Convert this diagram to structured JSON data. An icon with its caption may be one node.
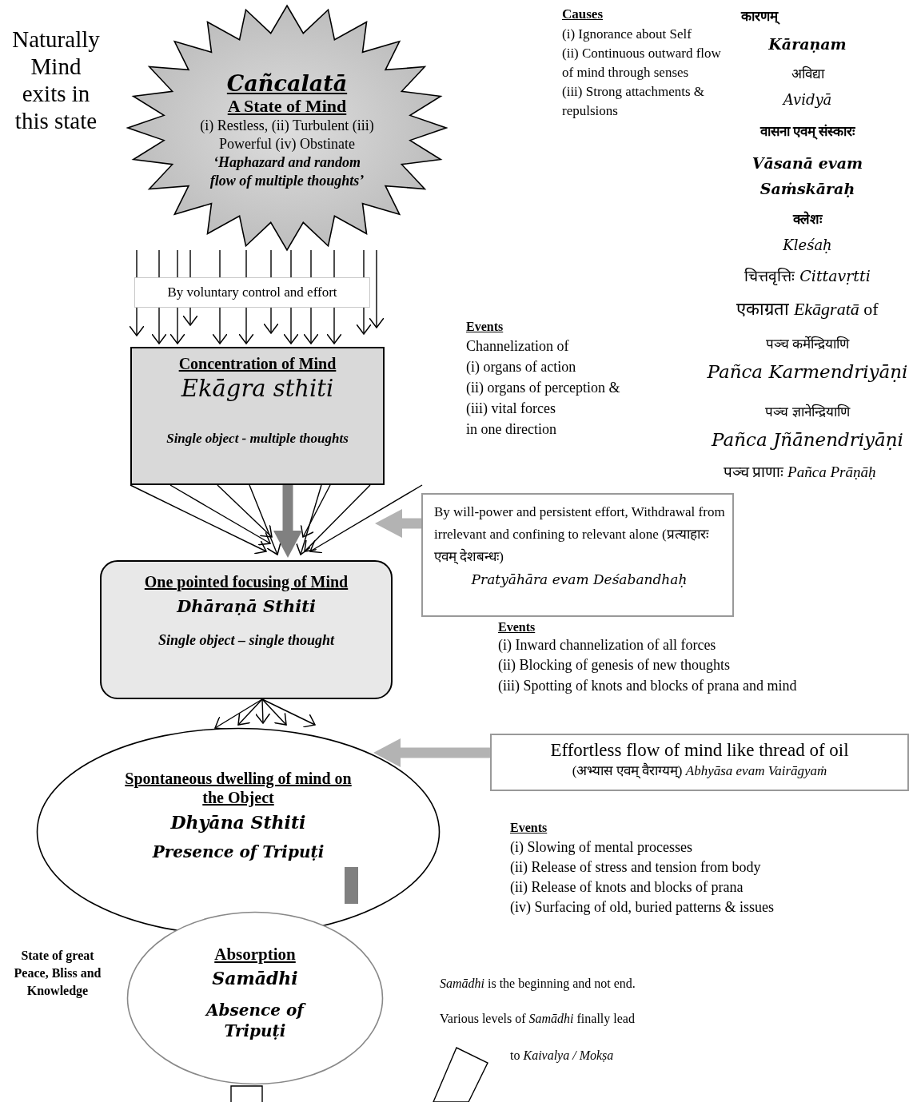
{
  "diagram": {
    "nodes": [
      {
        "text": [
          "Cañcalatā",
          "A State of Mind",
          "(i) Restless, (ii) Turbulent (iii) Powerful (iv) Obstinate",
          "‘Haphazard and random flow of multiple thoughts’"
        ],
        "beside": [
          "Naturally Mind exits in this state"
        ]
      },
      {
        "text": [
          "Concentration of Mind",
          "Ekāgra sthiti",
          "Single object - multiple thoughts"
        ]
      },
      {
        "text": [
          "By will-power and persistent effort, Withdrawal from irrelevant and confining to relevant alone (प्रत्याहारः एवम्  देशबन्धः)",
          "Pratyāhāra evam Deśabandhaḥ"
        ]
      },
      {
        "text": [
          "One pointed focusing of Mind",
          "Dhāraṇā Sthiti",
          "Single object – single thought"
        ]
      },
      {
        "text": [
          "Effortless flow of mind like thread of oil",
          "(अभ्यास एवम् वैराग्यम्) *Abhyāsa evam Vairāgyaṁ*"
        ]
      },
      {
        "text": [
          "Spontaneous dwelling of mind on the Object",
          "Dhyāna Sthiti",
          "Presence of Tripuṭi"
        ]
      },
      {
        "text": [
          "Absorption",
          "Samādhi",
          "Absence of Tripuṭi"
        ]
      }
    ],
    "edges": [
      {
        "from": 0,
        "to": 1,
        "arrow": "to"
      },
      {
        "from": 0,
        "to": 1,
        "arrow": "to"
      },
      {
        "from": 0,
        "to": 1,
        "arrow": "to"
      },
      {
        "from": 0,
        "to": 1,
        "arrow": "to"
      },
      {
        "from": 0,
        "to": 1,
        "arrow": "to"
      },
      {
        "from": 0,
        "to": 1,
        "arrow": "to"
      },
      {
        "from": 0,
        "to": 1,
        "arrow": "to"
      },
      {
        "from": 0,
        "to": 1,
        "arrow": "to"
      },
      {
        "from": 0,
        "to": 1,
        "arrow": "to"
      },
      {
        "from": 0,
        "to": 1,
        "arrow": "to"
      },
      {
        "from": 0,
        "to": 1,
        "arrow": "to"
      },
      {
        "from": 0,
        "to": 1,
        "arrow": "to"
      },
      {
        "from": 1,
        "to": 3,
        "arrow": "to"
      },
      {
        "from": 1,
        "to": 3,
        "arrow": "to"
      },
      {
        "from": 1,
        "to": 3,
        "arrow": "to"
      },
      {
        "from": 1,
        "to": 3,
        "arrow": "to"
      },
      {
        "from": 1,
        "to": 3,
        "arrow": "to"
      },
      {
        "from": 1,
        "to": 3,
        "arrow": "to"
      },
      {
        "from": 1,
        "to": 3,
        "arrow": "to"
      },
      {
        "from": 2,
        "to": 3,
        "arrow": "to"
      },
      {
        "from": 1,
        "to": 3,
        "arrow": "to",
        "style": "thick",
        "color": "#808080"
      },
      {
        "from": 2,
        "to": 3,
        "arrow": "to",
        "style": "thick",
        "color": "#b3b3b3"
      },
      {
        "from": 3,
        "to": 5,
        "arrow": "to"
      },
      {
        "from": 3,
        "to": 5,
        "arrow": "to"
      },
      {
        "from": 3,
        "to": 5,
        "arrow": "to"
      },
      {
        "from": 3,
        "to": 5,
        "arrow": "to"
      },
      {
        "from": 3,
        "to": 5,
        "arrow": "to"
      },
      {
        "from": 4,
        "to": 5,
        "arrow": "to",
        "style": "thick",
        "color": "#b3b3b3"
      }
    ],
    "labels": [
      "By voluntary control and effort",
      "Causes",
      "(i) Ignorance about Self",
      "(ii) Continuous outward flow of mind through senses",
      "(iii) Strong attachments & repulsions",
      "कारणम्",
      "Kāraṇam",
      "अविद्या",
      "Avidyā",
      "वासना एवम् संस्कारः",
      "Vāsanā evam Saṁskāraḥ",
      "क्लेशः",
      "Kleśaḥ",
      "चित्तवृत्तिः *Cittavṛtti*",
      "एकाग्रता *Ekāgratā* of",
      "पञ्च कर्मेन्द्रियाणि",
      "Pañca Karmendriyāṇi",
      "पञ्च ज्ञानेन्द्रियाणि",
      "Pañca Jñānendriyāṇi",
      "पञ्च प्राणाः *Pañca Prāṇāḥ*",
      "Events",
      "Channelization of",
      "(i) organs of action",
      "(ii) organs of perception &",
      "(iii) vital forces",
      "in one direction",
      "Events",
      "(i) Inward channelization of all forces",
      "(ii) Blocking of genesis of new thoughts",
      "(iii) Spotting of  knots and blocks of prana and mind",
      "Events",
      "(i) Slowing of mental processes",
      "(ii) Release of stress and tension from body",
      "(ii) Release of knots and blocks of prana",
      "(iv) Surfacing of old, buried  patterns & issues",
      "State of great Peace, Bliss and Knowledge",
      "*Samādhi* is the beginning and not end.",
      "Various levels of *Samādhi* finally lead",
      "to *Kaivalya / Mokṣa*"
    ]
  }
}
